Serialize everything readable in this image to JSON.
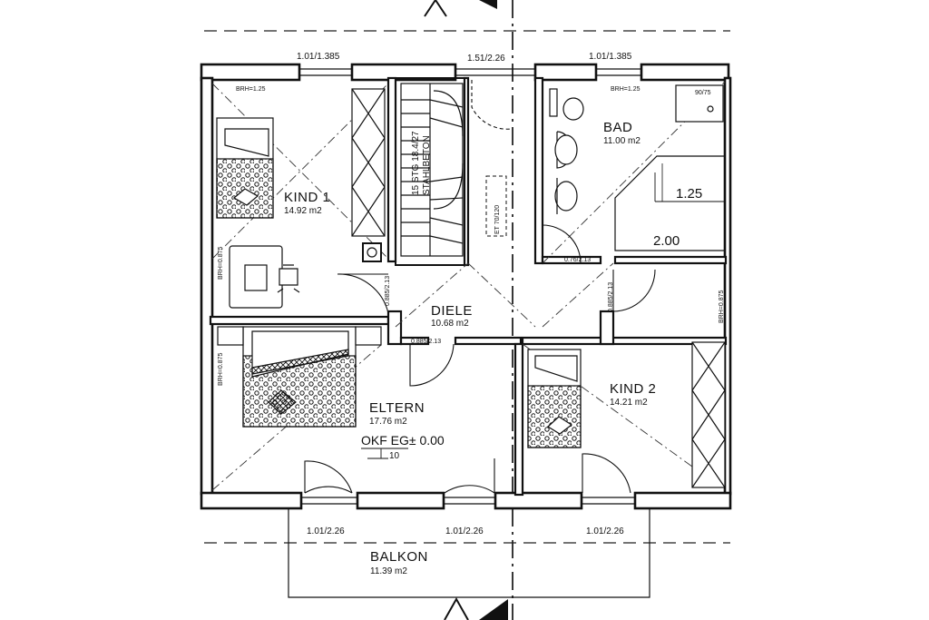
{
  "rooms": {
    "kind1": {
      "name": "KIND 1",
      "area": "14.92  m2"
    },
    "bad": {
      "name": "BAD",
      "area": "11.00  m2"
    },
    "diele": {
      "name": "DIELE",
      "area": "10.68  m2"
    },
    "eltern": {
      "name": "ELTERN",
      "area": "17.76  m2"
    },
    "kind2": {
      "name": "KIND 2",
      "area": "14.21  m2"
    },
    "balkon": {
      "name": "BALKON",
      "area": "11.39  m2"
    }
  },
  "dimensions": {
    "window_top_left": "1.01/1.385",
    "window_top_center": "1.51/2.26",
    "window_top_right": "1.01/1.385",
    "window_bottom_left": "1.01/2.26",
    "window_bottom_center": "1.01/2.26",
    "window_bottom_right": "1.01/2.26",
    "door_kind1": "0.885/2.13",
    "door_eltern": "0.885/2.13",
    "door_bad": "0.76/2.13",
    "door_kind2": "0.885/2.13",
    "bath_dim_1": "1.25",
    "bath_dim_2": "2.00"
  },
  "annotations": {
    "brh_kind1_top": "BRH=1.25",
    "brh_bad_top": "BRH=1.25",
    "brh_kind1_left": "BRH=0.875",
    "brh_eltern_left": "BRH=0.875",
    "brh_kind2_right": "BRH=0.875",
    "shower": "90/75",
    "stair": "15 STG 18.4/27",
    "stair_material": "STAHLBETON",
    "hatch": "ET 70/120",
    "level": "OKF EG±  0.00",
    "level_sub": "10"
  },
  "colors": {
    "line": "#111111",
    "background": "#ffffff"
  }
}
